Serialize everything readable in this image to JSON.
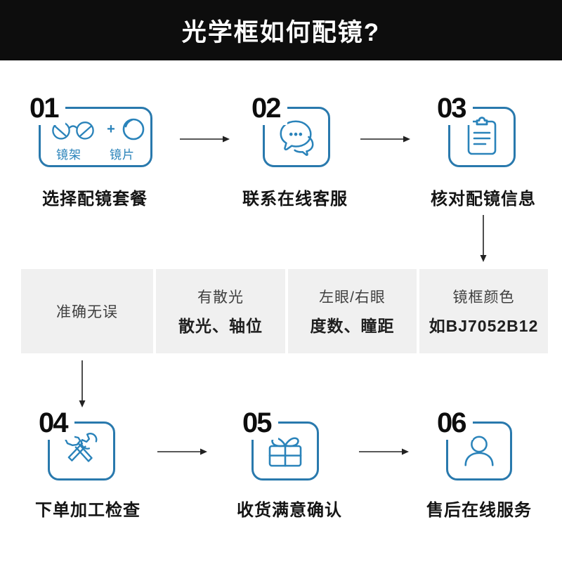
{
  "colors": {
    "banner_bg": "#0d0d0d",
    "title_text": "#ffffff",
    "accent_blue": "#2a83ba",
    "border_blue": "#2979ad",
    "info_box_bg": "#f0f0f0",
    "label_text": "#141414",
    "number_text": "#0d0d0d",
    "info_line1_text": "#3f3f3f",
    "info_line2_text": "#1f1f1f",
    "arrow_color": "#222222"
  },
  "header": {
    "title": "光学框如何配镜?"
  },
  "steps": [
    {
      "number": "01",
      "label": "选择配镜套餐",
      "icon": "glasses-and-lens",
      "frame_label": "镜架",
      "plus_sign": "+",
      "lens_label": "镜片"
    },
    {
      "number": "02",
      "label": "联系在线客服",
      "icon": "chat-bubbles"
    },
    {
      "number": "03",
      "label": "核对配镜信息",
      "icon": "clipboard"
    },
    {
      "number": "04",
      "label": "下单加工检查",
      "icon": "hammer-wrench"
    },
    {
      "number": "05",
      "label": "收货满意确认",
      "icon": "gift-box"
    },
    {
      "number": "06",
      "label": "售后在线服务",
      "icon": "person"
    }
  ],
  "info_boxes": [
    {
      "line1": "准确无误"
    },
    {
      "line1": "有散光",
      "line2": "散光、轴位"
    },
    {
      "line1": "左眼/右眼",
      "line2": "度数、瞳距"
    },
    {
      "line1": "镜框颜色",
      "line2": "如BJ7052B12"
    }
  ]
}
